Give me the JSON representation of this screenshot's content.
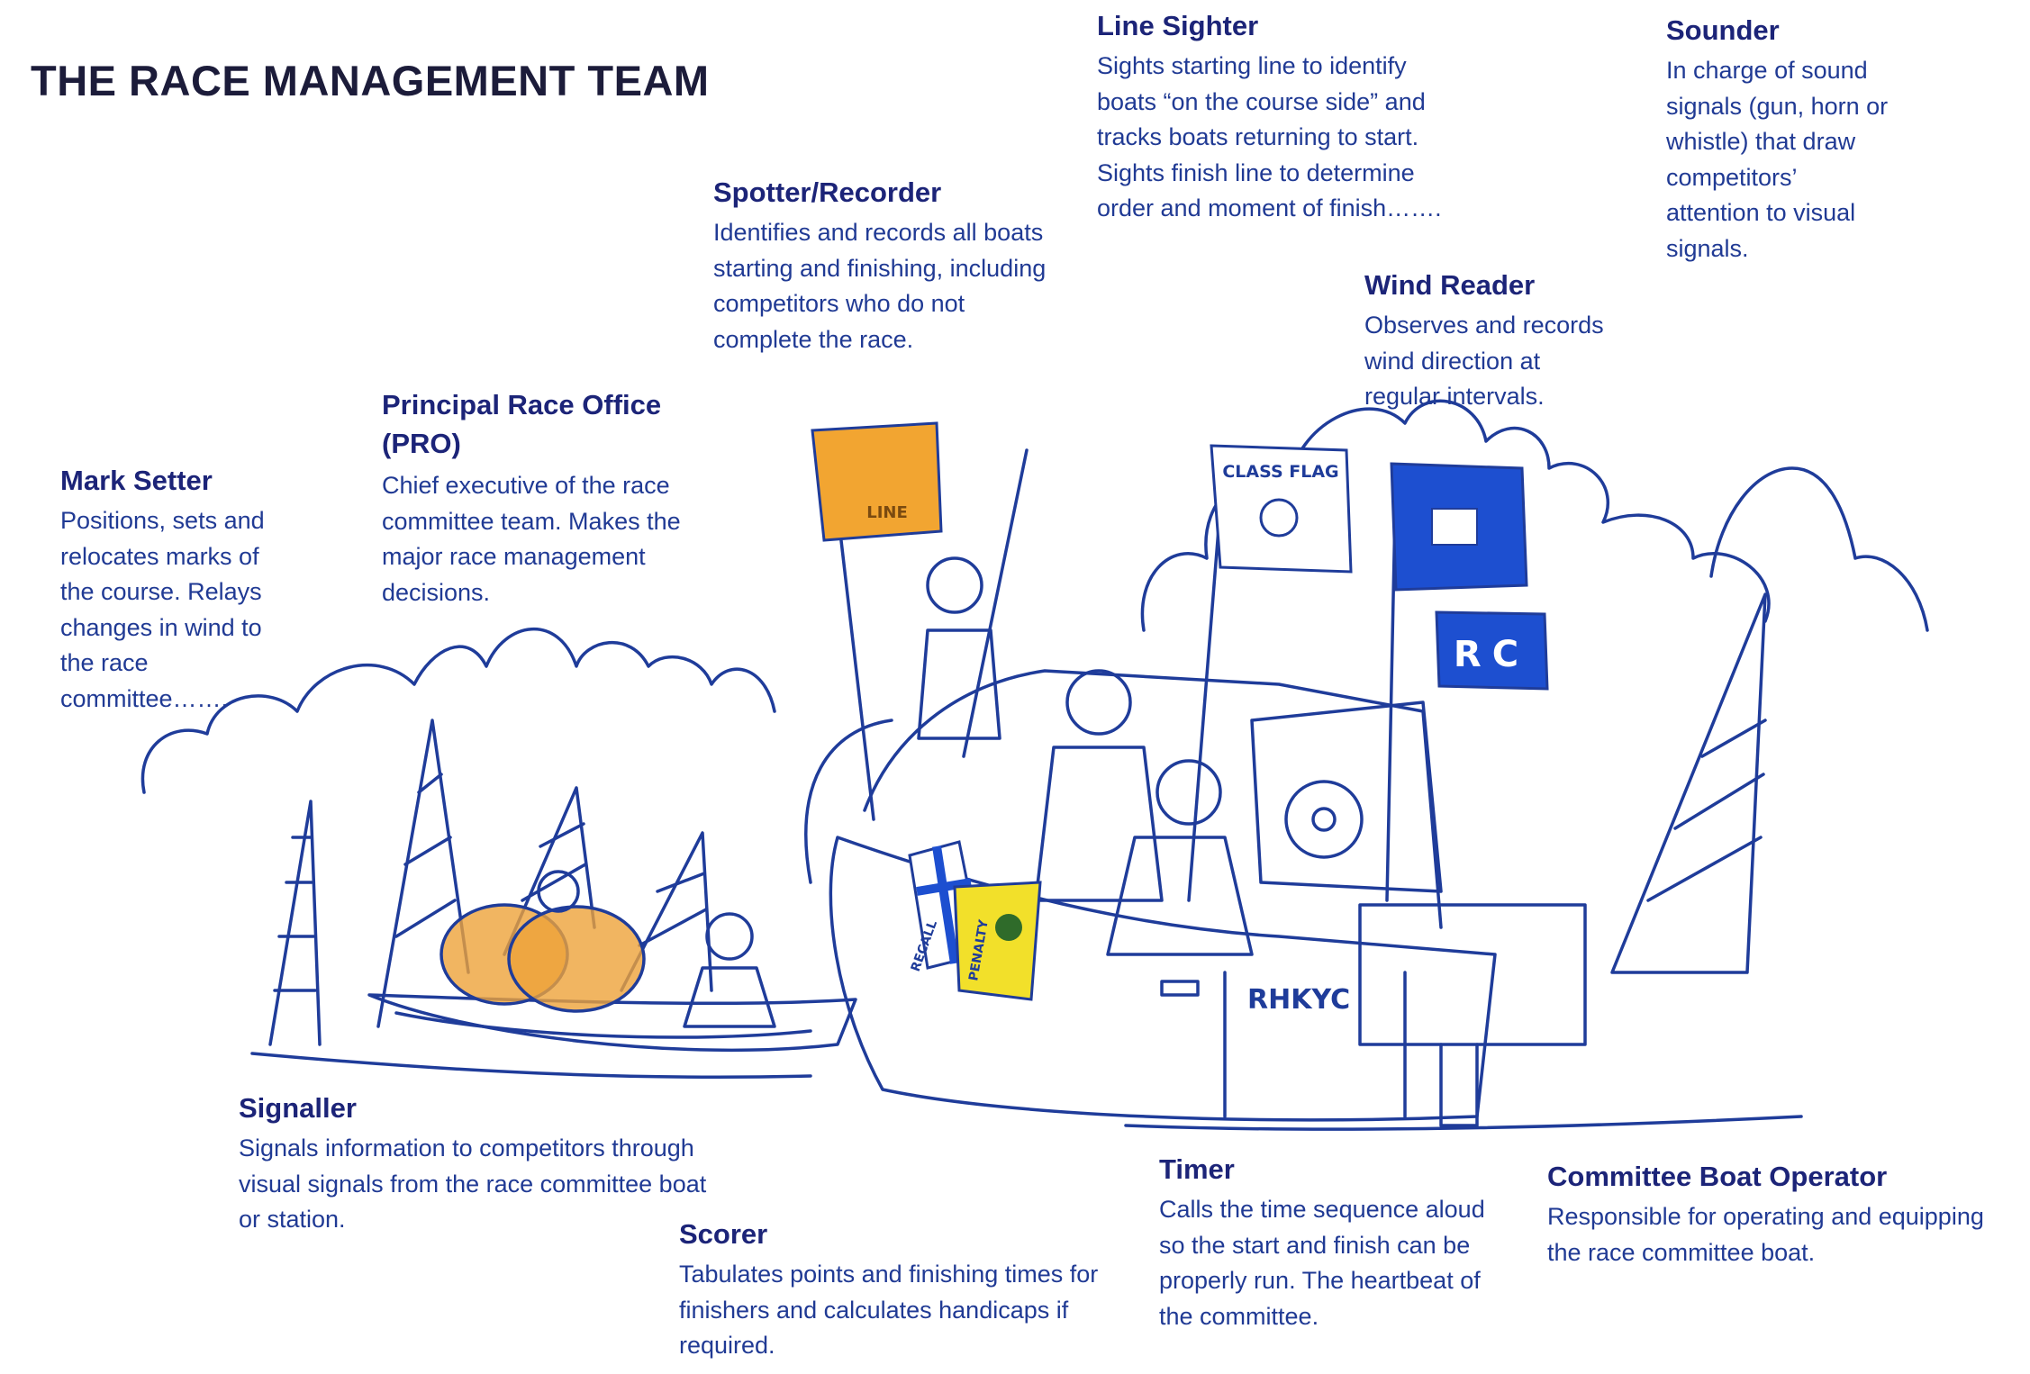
{
  "title": "THE RACE MANAGEMENT TEAM",
  "roles": {
    "line_sighter": {
      "name": "Line Sighter",
      "description": "Sights starting line to identify\nboats “on the course side” and\ntracks boats returning to start.\nSights finish line to determine\norder and moment of finish……."
    },
    "sounder": {
      "name": "Sounder",
      "description": "In charge of sound\nsignals (gun, horn or\nwhistle) that draw\ncompetitors’\nattention to visual\nsignals."
    },
    "spotter_recorder": {
      "name": "Spotter/Recorder",
      "description": "Identifies and records all boats\nstarting and finishing, including\ncompetitors who do not\ncomplete the race."
    },
    "wind_reader": {
      "name": "Wind Reader",
      "description": "Observes and records\nwind direction at\nregular intervals."
    },
    "pro": {
      "name": "Principal Race Office\n(PRO)",
      "description": "Chief executive of the race\ncommittee team.  Makes the\nmajor race management\ndecisions."
    },
    "mark_setter": {
      "name": "Mark Setter",
      "description": "Positions, sets and\nrelocates marks of\nthe course.  Relays\nchanges in wind to\nthe race\ncommittee……."
    },
    "signaller": {
      "name": "Signaller",
      "description": "Signals information to competitors through\nvisual signals from the race committee boat\nor station."
    },
    "scorer": {
      "name": "Scorer",
      "description": "Tabulates points and finishing times for\nfinishers and calculates handicaps if\nrequired."
    },
    "timer": {
      "name": "Timer",
      "description": "Calls the time sequence aloud\nso the start and finish can be\nproperly run.  The heartbeat of\nthe committee."
    },
    "committee_boat_operator": {
      "name": "Committee Boat Operator",
      "description": "Responsible for operating and equipping\nthe race committee boat."
    }
  },
  "illustration": {
    "flags": {
      "line": "LINE",
      "class_flag": "CLASS FLAG",
      "rc": "RC",
      "recall": "RECALL",
      "penalty": "PENALTY"
    },
    "boat_name": "RHKYC",
    "colors": {
      "ink": "#1f3c9a",
      "line_flag": "#f2a531",
      "blue_flag": "#1d4fd0",
      "penalty_flag": "#f2e02a",
      "buoy": "#eea23a"
    }
  }
}
